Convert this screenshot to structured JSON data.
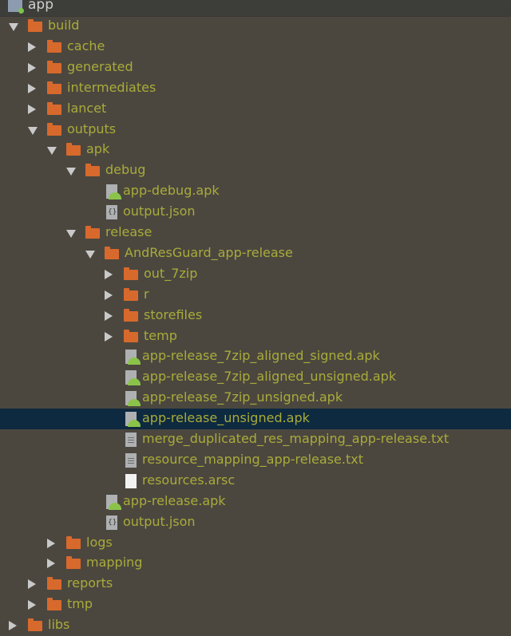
{
  "tree": [
    {
      "label": "app",
      "level": 0,
      "type": "module"
    },
    {
      "label": "build",
      "level": 1,
      "type": "folder",
      "state": "open"
    },
    {
      "label": "cache",
      "level": 2,
      "type": "folder",
      "state": "closed"
    },
    {
      "label": "generated",
      "level": 2,
      "type": "folder",
      "state": "closed"
    },
    {
      "label": "intermediates",
      "level": 2,
      "type": "folder",
      "state": "closed"
    },
    {
      "label": "lancet",
      "level": 2,
      "type": "folder",
      "state": "closed"
    },
    {
      "label": "outputs",
      "level": 2,
      "type": "folder",
      "state": "open"
    },
    {
      "label": "apk",
      "level": 3,
      "type": "folder",
      "state": "open"
    },
    {
      "label": "debug",
      "level": 4,
      "type": "folder",
      "state": "open"
    },
    {
      "label": "app-debug.apk",
      "level": 5,
      "type": "apk"
    },
    {
      "label": "output.json",
      "level": 5,
      "type": "json"
    },
    {
      "label": "release",
      "level": 4,
      "type": "folder",
      "state": "open"
    },
    {
      "label": "AndResGuard_app-release",
      "level": 5,
      "type": "folder",
      "state": "open"
    },
    {
      "label": "out_7zip",
      "level": 6,
      "type": "folder",
      "state": "closed"
    },
    {
      "label": "r",
      "level": 6,
      "type": "folder",
      "state": "closed"
    },
    {
      "label": "storefiles",
      "level": 6,
      "type": "folder",
      "state": "closed"
    },
    {
      "label": "temp",
      "level": 6,
      "type": "folder",
      "state": "closed"
    },
    {
      "label": "app-release_7zip_aligned_signed.apk",
      "level": 6,
      "type": "apk"
    },
    {
      "label": "app-release_7zip_aligned_unsigned.apk",
      "level": 6,
      "type": "apk"
    },
    {
      "label": "app-release_7zip_unsigned.apk",
      "level": 6,
      "type": "apk"
    },
    {
      "label": "app-release_unsigned.apk",
      "level": 6,
      "type": "apk",
      "selected": true
    },
    {
      "label": "merge_duplicated_res_mapping_app-release.txt",
      "level": 6,
      "type": "txt"
    },
    {
      "label": "resource_mapping_app-release.txt",
      "level": 6,
      "type": "txt"
    },
    {
      "label": "resources.arsc",
      "level": 6,
      "type": "plain"
    },
    {
      "label": "app-release.apk",
      "level": 5,
      "type": "apk"
    },
    {
      "label": "output.json",
      "level": 5,
      "type": "json"
    },
    {
      "label": "logs",
      "level": 3,
      "type": "folder",
      "state": "closed"
    },
    {
      "label": "mapping",
      "level": 3,
      "type": "folder",
      "state": "closed"
    },
    {
      "label": "reports",
      "level": 2,
      "type": "folder",
      "state": "closed"
    },
    {
      "label": "tmp",
      "level": 2,
      "type": "folder",
      "state": "closed"
    },
    {
      "label": "libs",
      "level": 1,
      "type": "folder",
      "state": "closed"
    }
  ],
  "colors": {
    "label": "#a9ab3a",
    "folder": "#d8692c",
    "selection": "#0e2a40",
    "background": "#4b473f"
  }
}
